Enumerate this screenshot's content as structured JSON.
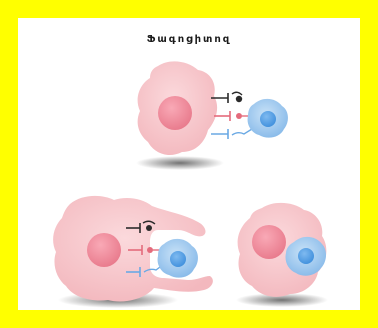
{
  "title": "Ֆագոցիտոզ",
  "colors": {
    "background_border": "#ffff00",
    "macrophage": "#f6c6ca",
    "nucleus": "#f08a9a",
    "pathogen_body": "#9cc9ef",
    "pathogen_nucleus": "#5aa2e6",
    "receptor_black": "#2b2b2b",
    "receptor_red": "#e46b7c",
    "receptor_blue": "#6aa9e4"
  },
  "stages": [
    {
      "name": "recognition"
    },
    {
      "name": "engulfment"
    },
    {
      "name": "phagosome-formed"
    }
  ]
}
